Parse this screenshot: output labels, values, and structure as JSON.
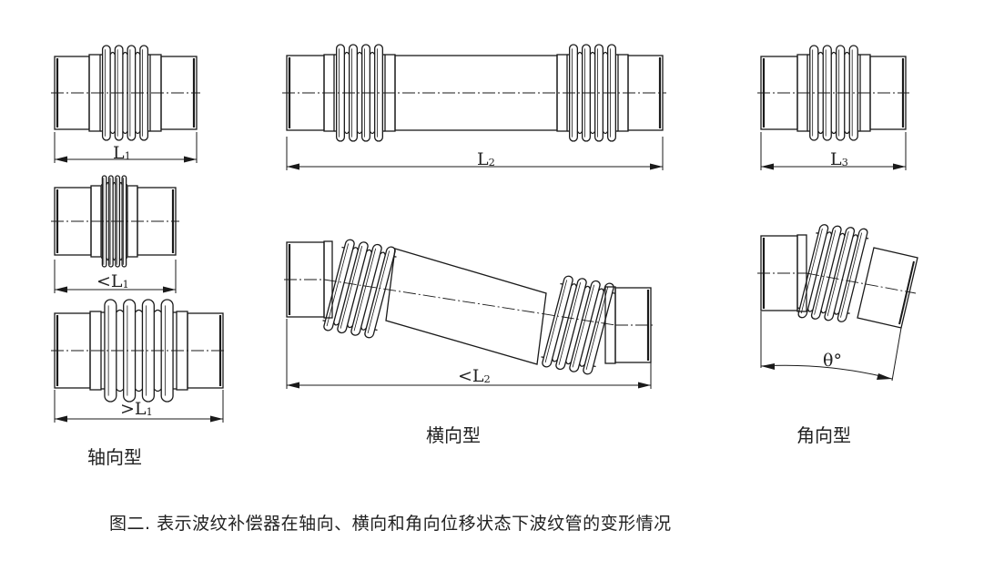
{
  "colors": {
    "line": "#1a1a1a",
    "background": "#ffffff",
    "text": "#222222"
  },
  "groups": {
    "axial": {
      "title": "轴向型",
      "views": [
        {
          "state": "neutral",
          "dim_prefix": "",
          "dim_symbol": "L",
          "dim_sub": "1"
        },
        {
          "state": "compressed",
          "dim_prefix": "<",
          "dim_symbol": "L",
          "dim_sub": "1"
        },
        {
          "state": "extended",
          "dim_prefix": ">",
          "dim_symbol": "L",
          "dim_sub": "1"
        }
      ]
    },
    "lateral": {
      "title": "横向型",
      "views": [
        {
          "state": "neutral",
          "dim_prefix": "",
          "dim_symbol": "L",
          "dim_sub": "2"
        },
        {
          "state": "offset",
          "dim_prefix": "<",
          "dim_symbol": "L",
          "dim_sub": "2"
        }
      ]
    },
    "angular": {
      "title": "角向型",
      "views": [
        {
          "state": "neutral",
          "dim_prefix": "",
          "dim_symbol": "L",
          "dim_sub": "3"
        },
        {
          "state": "bent",
          "dim_symbol": "θ°"
        }
      ]
    }
  },
  "convolutions_per_bellows": 4,
  "caption": "图二.  表示波纹补偿器在轴向、横向和角向位移状态下波纹管的变形情况"
}
